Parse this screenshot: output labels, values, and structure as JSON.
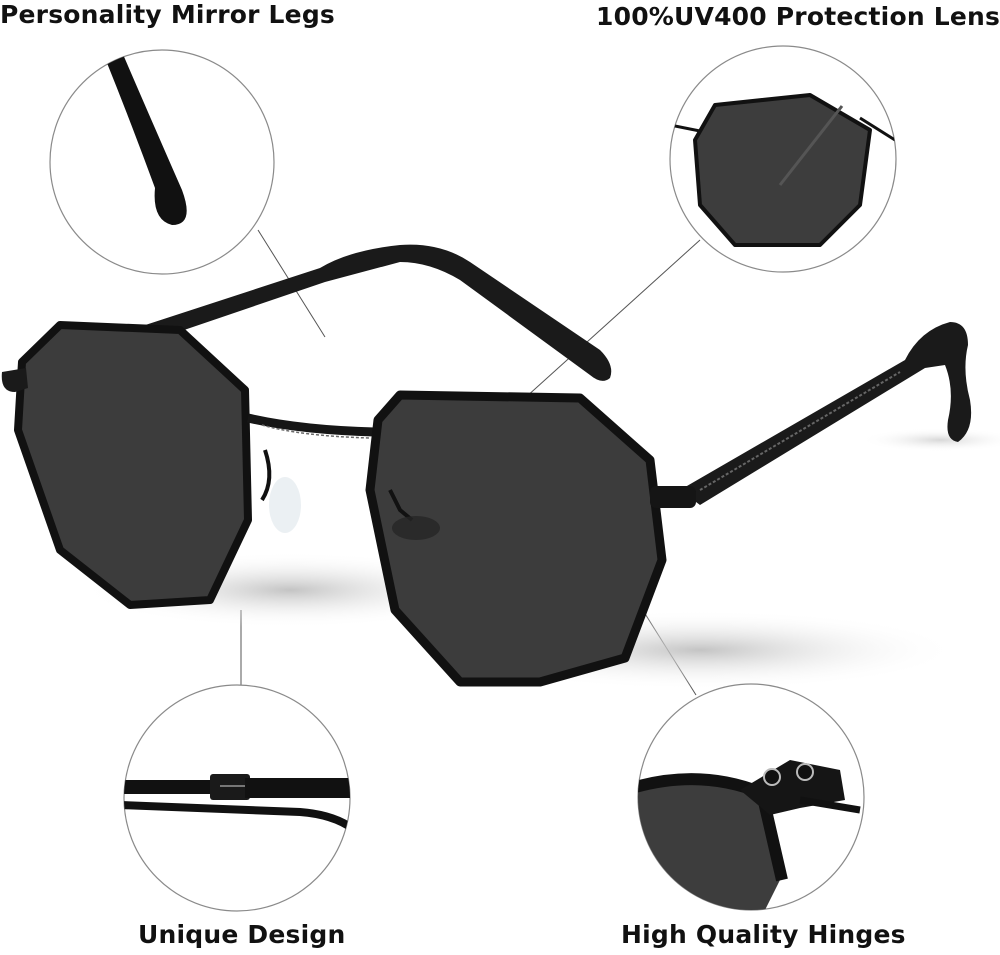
{
  "labels": {
    "mirror_legs": "Personality Mirror Legs",
    "uv_lens": "100%UV400 Protection Lens",
    "unique_design": "Unique Design",
    "hinges": "High Quality Hinges"
  },
  "colors": {
    "lens": "#3d3d3d",
    "frame": "#141414",
    "shadow": "#c8c8c8",
    "circle_stroke": "#888888",
    "leader_line": "#555555"
  }
}
